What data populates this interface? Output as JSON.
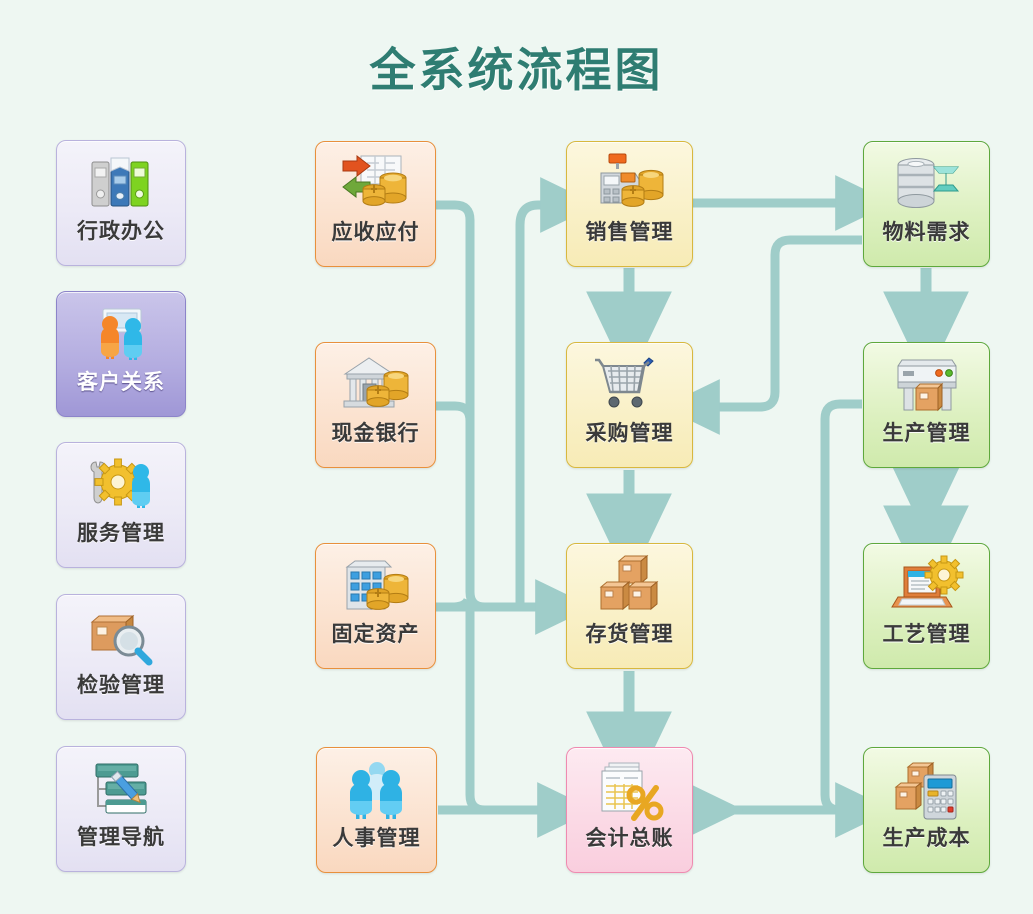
{
  "page": {
    "title": "全系统流程图",
    "background_color": "#eef7f2",
    "title_color": "#2f7d72",
    "connector_color": "#9fcdc9"
  },
  "sidebar": {
    "items": [
      {
        "label": "行政办公",
        "icon": "binders-icon",
        "selected": false,
        "color": "#ece9f6"
      },
      {
        "label": "客户关系",
        "icon": "two-people-icon",
        "selected": true,
        "color": "#b3ace0"
      },
      {
        "label": "服务管理",
        "icon": "wrench-gear-person-icon",
        "selected": false,
        "color": "#ece9f6"
      },
      {
        "label": "检验管理",
        "icon": "box-magnifier-icon",
        "selected": false,
        "color": "#ece9f6"
      },
      {
        "label": "管理导航",
        "icon": "nav-tree-pencil-icon",
        "selected": false,
        "color": "#ece9f6"
      }
    ]
  },
  "columns": {
    "finance": {
      "accent": "#e8903c",
      "nodes": [
        {
          "label": "应收应付",
          "icon": "arrows-coins-icon"
        },
        {
          "label": "现金银行",
          "icon": "bank-coins-icon"
        },
        {
          "label": "固定资产",
          "icon": "building-coins-icon"
        },
        {
          "label": "人事管理",
          "icon": "three-people-icon"
        }
      ]
    },
    "core": {
      "accent": "#d8b83e",
      "nodes": [
        {
          "label": "销售管理",
          "icon": "cash-register-coins-icon",
          "color": "#f9f0c6"
        },
        {
          "label": "采购管理",
          "icon": "shopping-cart-icon",
          "color": "#f9f0c6"
        },
        {
          "label": "存货管理",
          "icon": "cartons-icon",
          "color": "#f9f0c6"
        },
        {
          "label": "会计总账",
          "icon": "ledger-percent-icon",
          "color": "#fbd9e5"
        }
      ]
    },
    "production": {
      "accent": "#5ea83c",
      "nodes": [
        {
          "label": "物料需求",
          "icon": "barrel-ibeam-icon"
        },
        {
          "label": "生产管理",
          "icon": "machine-box-icon"
        },
        {
          "label": "工艺管理",
          "icon": "laptop-gear-icon"
        },
        {
          "label": "生产成本",
          "icon": "boxes-calculator-icon"
        }
      ]
    }
  },
  "flows": [
    {
      "from": "应收应付",
      "to": "存货管理",
      "type": "elbow-merge"
    },
    {
      "from": "现金银行",
      "to": "存货管理",
      "type": "elbow-merge"
    },
    {
      "from": "固定资产",
      "to": "存货管理",
      "type": "elbow-merge"
    },
    {
      "from": "应收应付",
      "to": "销售管理",
      "type": "elbow-up"
    },
    {
      "from": "销售管理",
      "to": "采购管理",
      "type": "straight-down"
    },
    {
      "from": "采购管理",
      "to": "存货管理",
      "type": "straight-down"
    },
    {
      "from": "存货管理",
      "to": "会计总账",
      "type": "straight-down"
    },
    {
      "from": "人事管理",
      "to": "会计总账",
      "type": "straight-right"
    },
    {
      "from": "销售管理",
      "to": "物料需求",
      "type": "straight-right"
    },
    {
      "from": "物料需求",
      "to": "采购管理",
      "type": "elbow-left"
    },
    {
      "from": "物料需求",
      "to": "生产管理",
      "type": "straight-down"
    },
    {
      "from": "生产管理",
      "to": "工艺管理",
      "type": "double-vertical"
    },
    {
      "from": "生产管理",
      "to": "生产成本",
      "type": "elbow-down"
    },
    {
      "from": "生产成本",
      "to": "会计总账",
      "type": "double-horizontal"
    }
  ]
}
